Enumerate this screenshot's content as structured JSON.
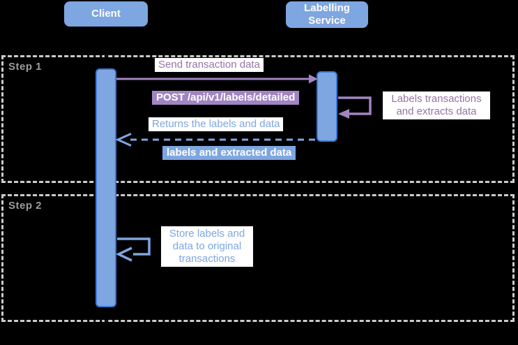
{
  "colors": {
    "background": "#000000",
    "actor_fill": "#7EA6E0",
    "actor_text": "#FFFFFF",
    "activation_fill": "#7EA6E0",
    "activation_border": "#3B77D8",
    "purple": "#A185C2",
    "purple_text": "#9673A6",
    "blue": "#7EA6E0",
    "frame_border": "#CBCBCB",
    "step_label": "#9C9C9C",
    "label_bg": "#FFFFFF"
  },
  "actors": [
    {
      "name": "Client"
    },
    {
      "name": "Labelling Service"
    }
  ],
  "steps": [
    {
      "label": "Step 1"
    },
    {
      "label": "Step 2"
    }
  ],
  "messages": {
    "send": {
      "text": "Send transaction data",
      "badge": "POST /api/v1/labels/detailed"
    },
    "labels_self": {
      "text": "Labels transactions and extracts data"
    },
    "return": {
      "text": "Returns the labels and data",
      "badge": "labels and extracted data"
    },
    "store_self": {
      "text": "Store labels and data to original transactions"
    }
  }
}
